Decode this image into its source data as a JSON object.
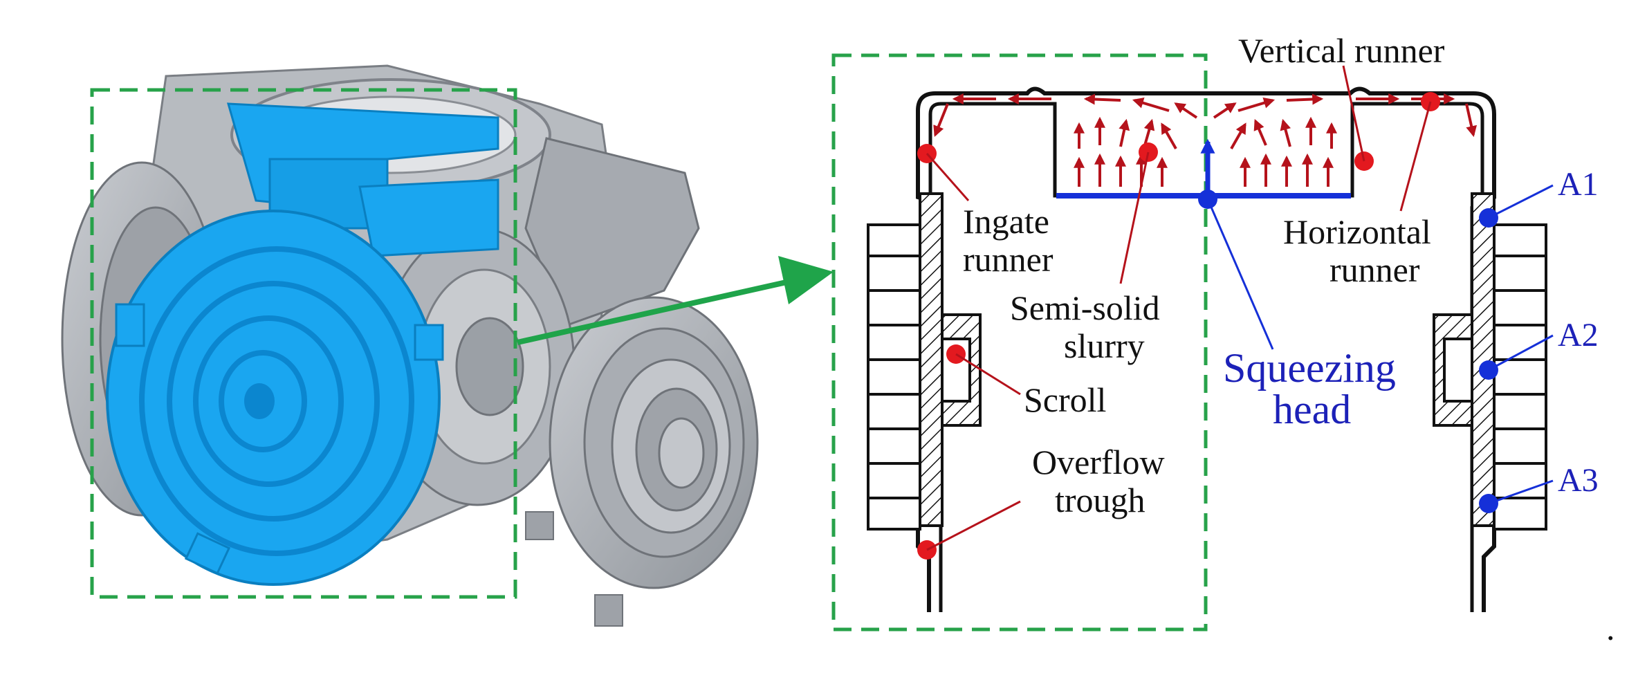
{
  "colors": {
    "part_blue": "#1aa6f0",
    "housing_gray": "#a9adb3",
    "dashed_green": "#27a24a",
    "arrow_green": "#1fa44a",
    "point_red": "#e3191f",
    "point_blue": "#1530d8",
    "flow_red": "#b5121b",
    "text_blue": "#1c21b8"
  },
  "icons": {
    "callout_arrow": "green-arrow-icon",
    "measurement_point": "circle-dot-icon",
    "flow_vector": "arrow-icon"
  },
  "labels": {
    "vertical_runner": "Vertical runner",
    "ingate_runner_1": "Ingate",
    "ingate_runner_2": "runner",
    "horizontal_runner_1": "Horizontal",
    "horizontal_runner_2": "runner",
    "semi_solid_1": "Semi-solid",
    "semi_solid_2": "slurry",
    "squeezing_1": "Squeezing",
    "squeezing_2": "head",
    "scroll": "Scroll",
    "overflow_1": "Overflow",
    "overflow_2": "trough",
    "a1": "A1",
    "a2": "A2",
    "a3": "A3",
    "trailing_dot": "."
  }
}
